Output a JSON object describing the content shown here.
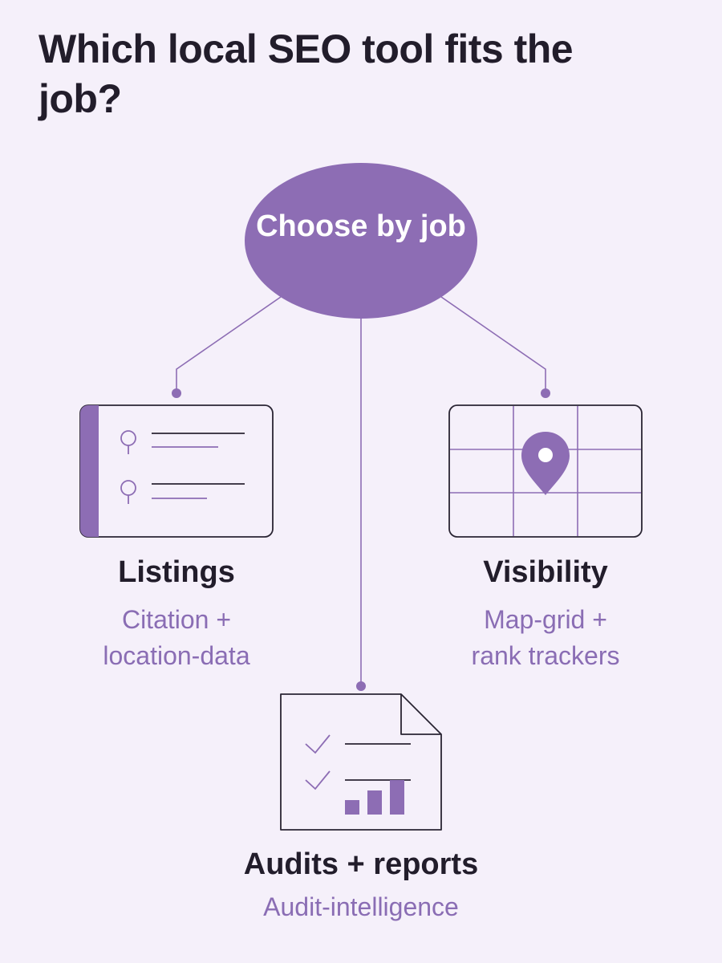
{
  "title": "Which local SEO tool fits the job?",
  "hub": {
    "label": "Choose by job"
  },
  "nodes": {
    "listings": {
      "title": "Listings",
      "subtitle_line1": "Citation +",
      "subtitle_line2": "location-data"
    },
    "visibility": {
      "title": "Visibility",
      "subtitle_line1": "Map-grid +",
      "subtitle_line2": "rank trackers"
    },
    "audits": {
      "title": "Audits + reports",
      "subtitle": "Audit-intelligence"
    }
  },
  "colors": {
    "background": "#f5f0fa",
    "accent": "#8d6db4",
    "text_dark": "#221d2b",
    "text_accent": "#8a6db4",
    "outline": "#2a2533"
  },
  "icons": {
    "listings": "listings-card-icon",
    "visibility": "map-grid-pin-icon",
    "audits": "audit-report-document-icon"
  }
}
